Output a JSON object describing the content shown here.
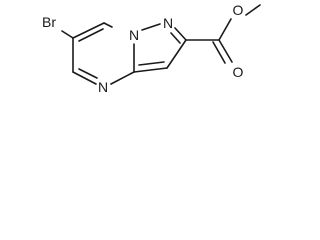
{
  "molecule": {
    "atoms": {
      "br": "Br",
      "n_bridge": "N",
      "n_pyrazole": "N",
      "n_pyrimidine": "N",
      "o_carbonyl": "O",
      "o_ester": "O"
    }
  }
}
